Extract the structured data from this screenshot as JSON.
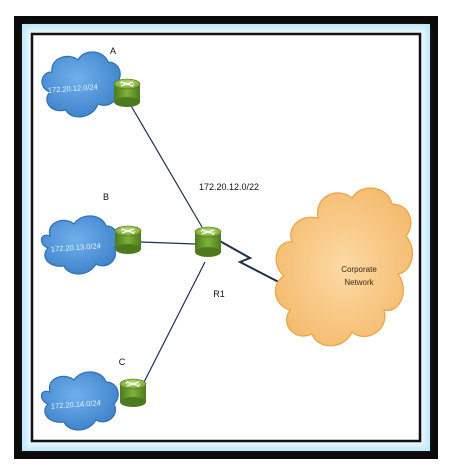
{
  "routers": {
    "a": {
      "label": "A"
    },
    "b": {
      "label": "B"
    },
    "c": {
      "label": "C"
    },
    "r1": {
      "label": "R1"
    }
  },
  "networks": {
    "a_subnet": "172.20.12.0/24",
    "b_subnet": "172.20.13.0/24",
    "c_subnet": "172.20.14.0/24",
    "summary_route": "172.20.12.0/22",
    "corporate_line1": "Corporate",
    "corporate_line2": "Network"
  },
  "colors": {
    "frame_outer": "#0a0a0a",
    "frame_glow": "#9fdcf5",
    "subnet_cloud_fill": "#4a90d9",
    "subnet_cloud_stroke": "#2f6fb3",
    "corporate_cloud_fill": "#f8c88a",
    "corporate_cloud_stroke": "#e8a54c",
    "router_top": "#9bc94a",
    "router_body": "#5d8f27",
    "link_line": "#1f2f4a"
  }
}
